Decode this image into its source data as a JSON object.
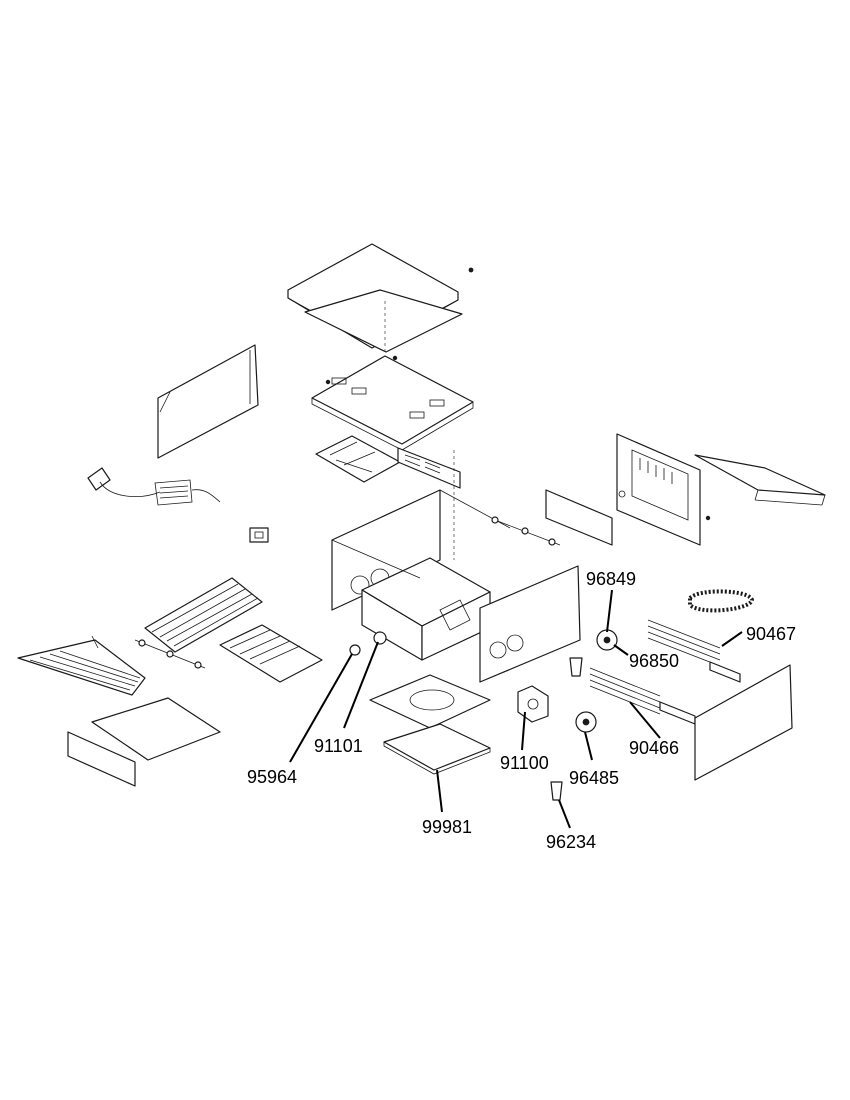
{
  "callouts": [
    {
      "id": "96849",
      "text": "96849"
    },
    {
      "id": "90467",
      "text": "90467"
    },
    {
      "id": "96850",
      "text": "96850"
    },
    {
      "id": "91101",
      "text": "91101"
    },
    {
      "id": "90466",
      "text": "90466"
    },
    {
      "id": "91100",
      "text": "91100"
    },
    {
      "id": "96485",
      "text": "96485"
    },
    {
      "id": "95964",
      "text": "95964"
    },
    {
      "id": "99981",
      "text": "99981"
    },
    {
      "id": "96234",
      "text": "96234"
    }
  ]
}
